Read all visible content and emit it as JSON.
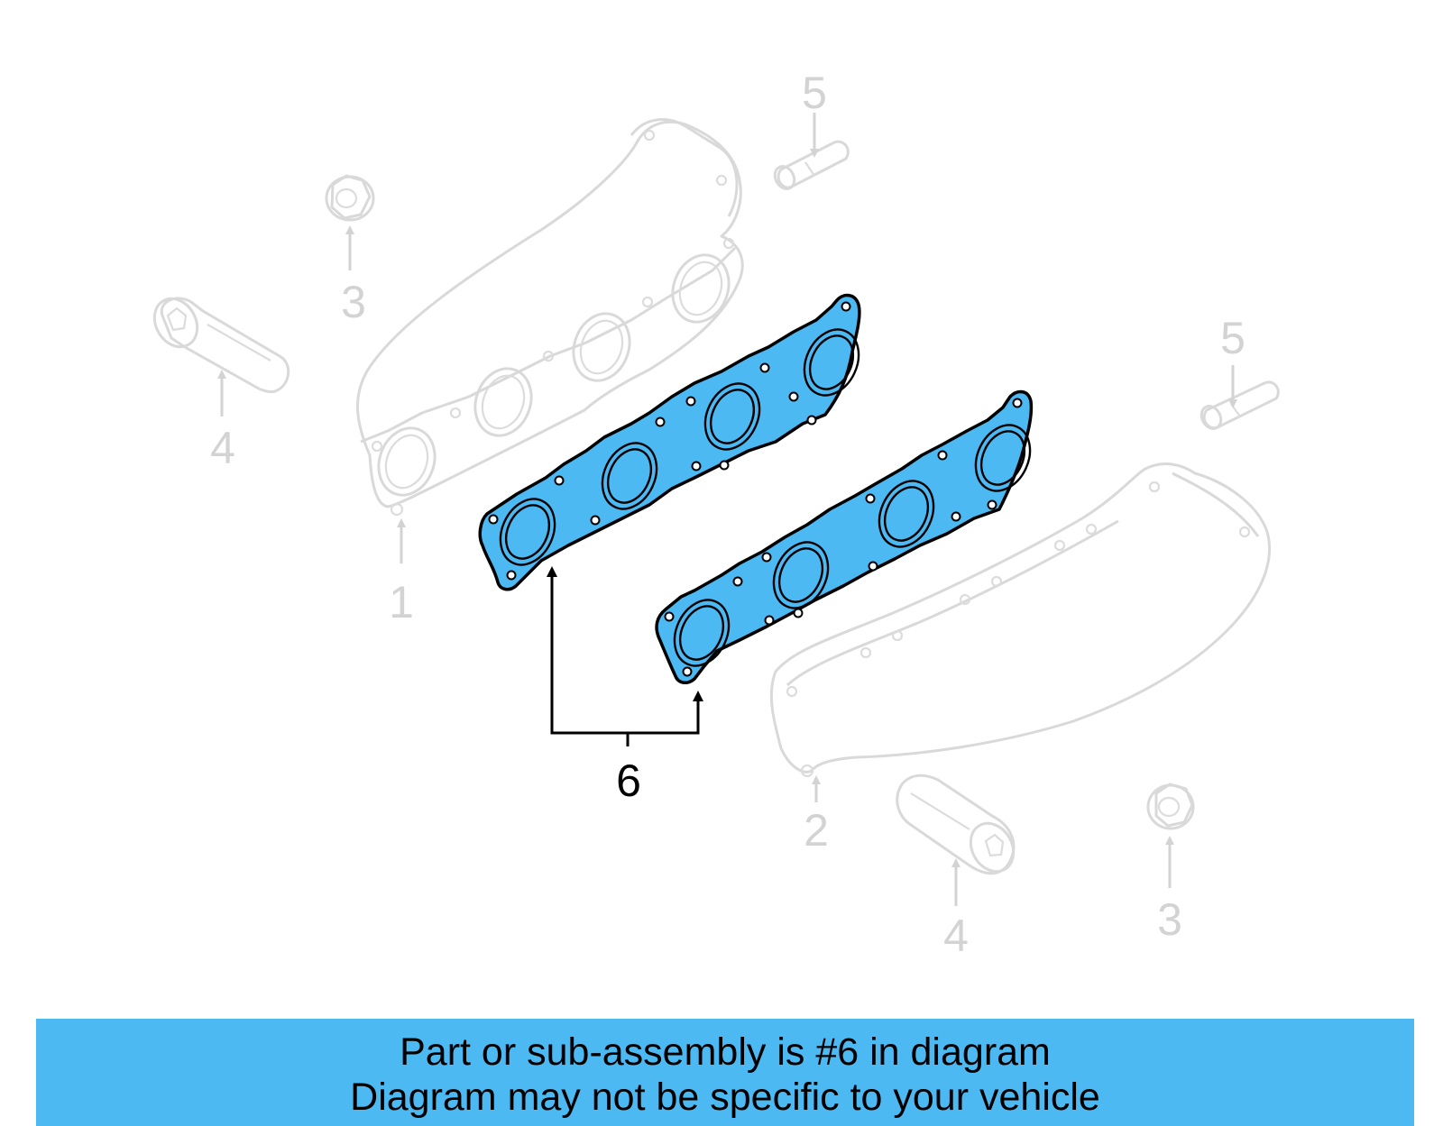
{
  "colors": {
    "highlight": "#4cb9f3",
    "ghost": "#d9d9d9",
    "banner_bg": "#4cb9f3",
    "text_main": "#000000",
    "text_dim": "#d3d3d3"
  },
  "callouts": {
    "left_manifold": "1",
    "right_manifold": "2",
    "nut_left": "3",
    "nut_right": "3",
    "stud_left": "4",
    "stud_right": "4",
    "pin_left": "5",
    "pin_right": "5",
    "gasket": "6"
  },
  "banner": {
    "line1": "Part or sub-assembly is #6 in diagram",
    "line2": "Diagram may not be specific to your vehicle"
  }
}
